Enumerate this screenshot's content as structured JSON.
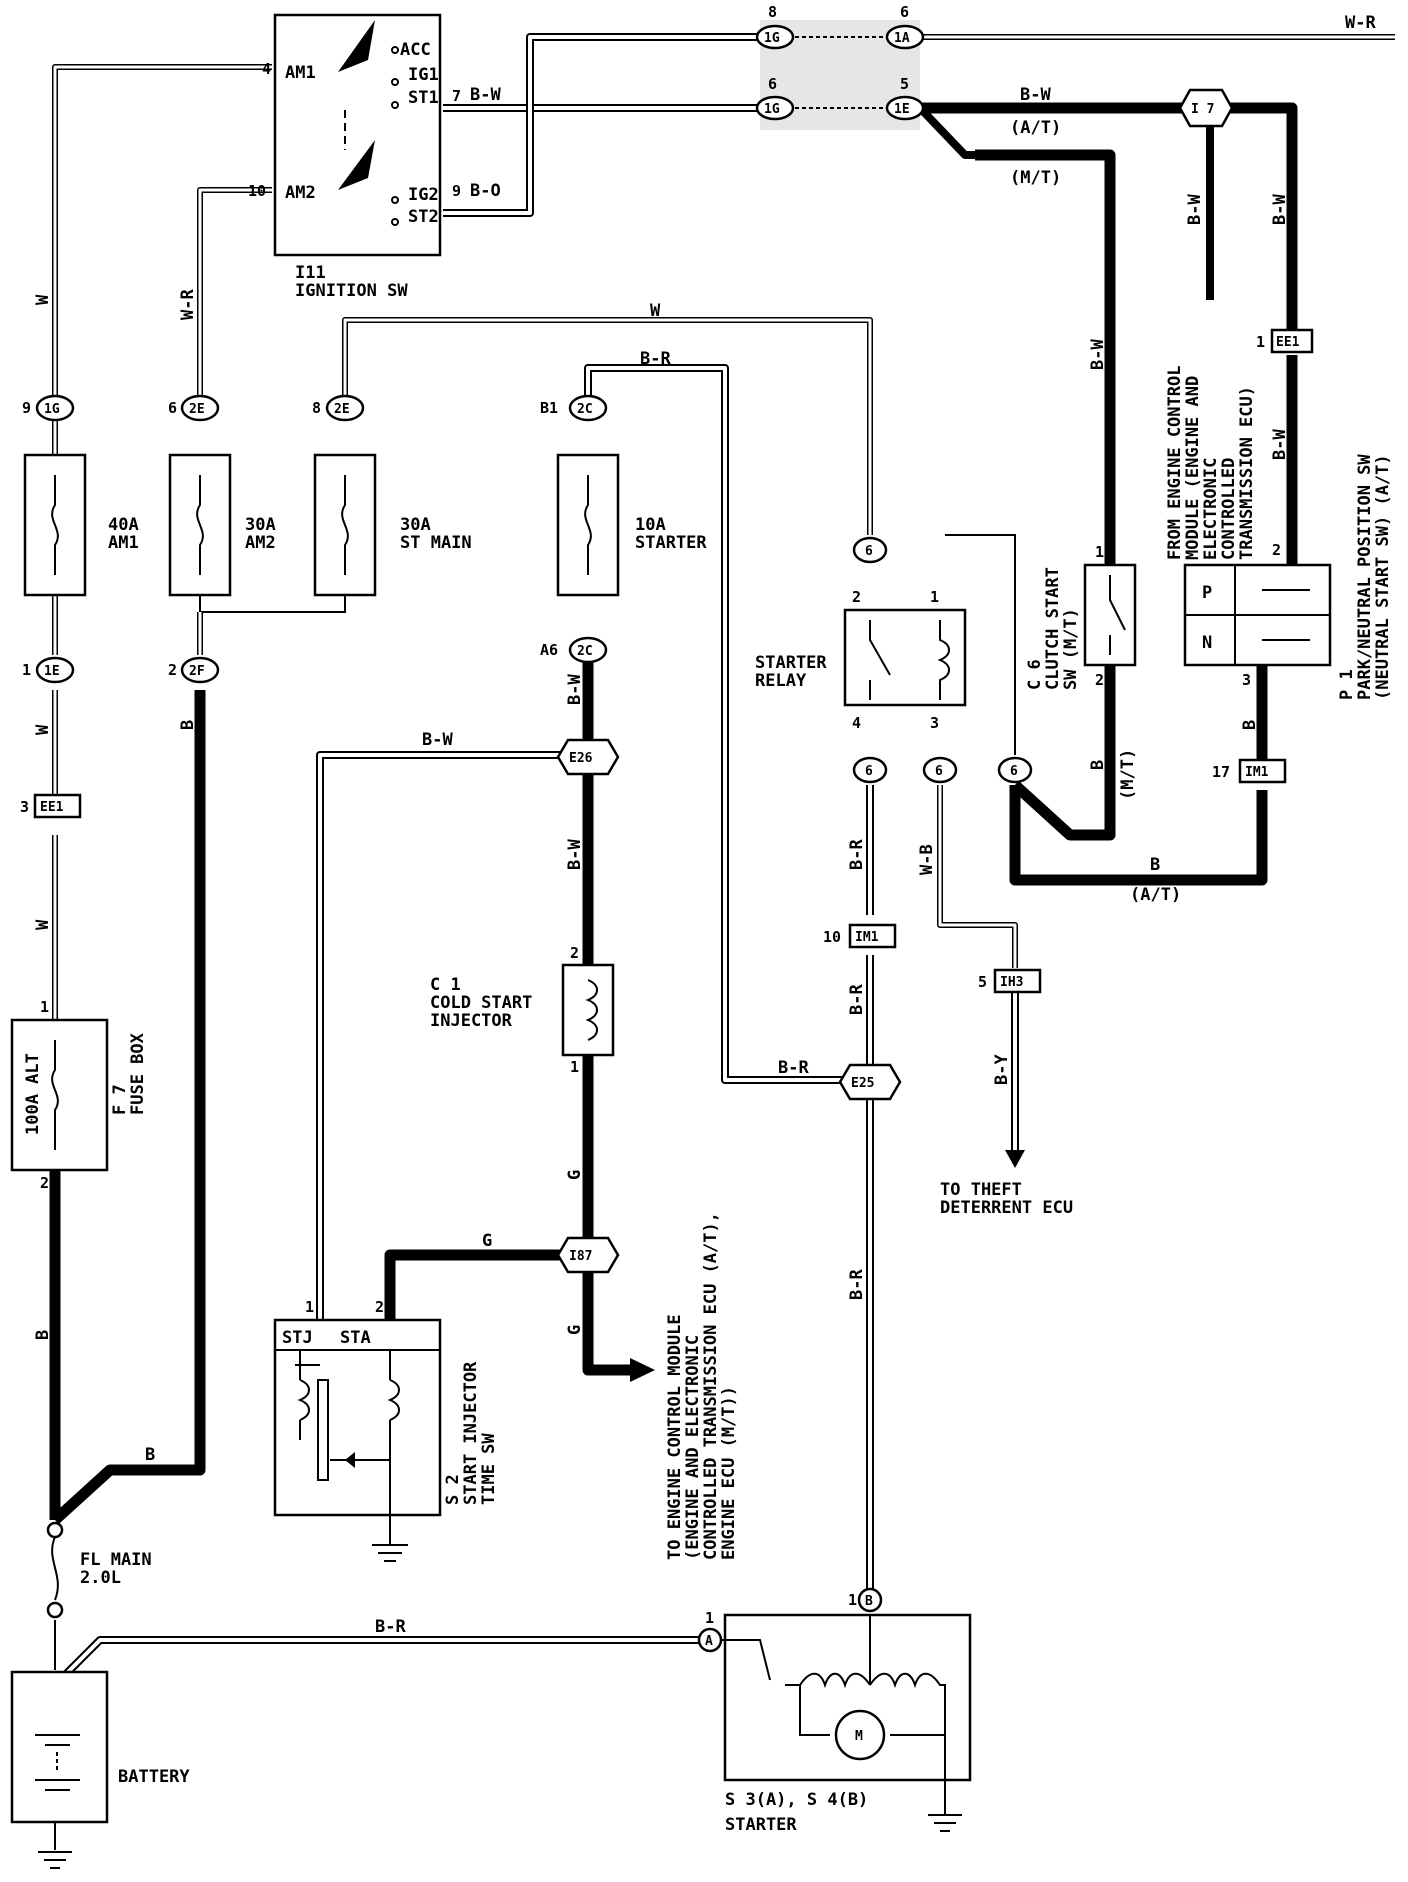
{
  "wires": {
    "w": "W",
    "wr": "W-R",
    "bw": "B-W",
    "bo": "B-O",
    "br": "B-R",
    "b": "B",
    "g": "G",
    "wb": "W-B",
    "by": "B-Y",
    "at": "(A/T)",
    "mt": "(M/T)"
  },
  "ignition": {
    "title": "I11",
    "subtitle": "IGNITION SW",
    "am1": "AM1",
    "am2": "AM2",
    "acc": "ACC",
    "ig1": "IG1",
    "st1": "ST1",
    "ig2": "IG2",
    "st2": "ST2",
    "pin_am1": "4",
    "pin_am2": "10",
    "pin_st1": "7",
    "pin_ig2": "9"
  },
  "connectors": {
    "c1g_top": "1G",
    "c1a": "1A",
    "c1g_mid": "1G",
    "c1e_top": "1E",
    "pin8": "8",
    "pin6a": "6",
    "pin6b": "6",
    "pin5": "5",
    "i7": "I 7",
    "ee1_right": "EE1",
    "ee1_right_pin": "1",
    "c1g_fuse": "1G",
    "pin9": "9",
    "c2e_a": "2E",
    "pin6c": "6",
    "c2e_b": "2E",
    "pin8b": "8",
    "c2c_top": "2C",
    "pinb1": "B1",
    "c1e_bot": "1E",
    "pin1a": "1",
    "c2f": "2F",
    "pin2a": "2",
    "ee1_left": "EE1",
    "ee1_left_pin": "3",
    "c2c_bot": "2C",
    "pina6": "A6",
    "e26": "E26",
    "e25": "E25",
    "i87": "I87",
    "r6a": "6",
    "r6b": "6",
    "r6c": "6",
    "r6d": "6",
    "im1_a": "IM1",
    "im1_a_pin": "10",
    "im1_b": "IM1",
    "im1_b_pin": "17",
    "ih3": "IH3",
    "ih3_pin": "5",
    "sa": "A",
    "sb": "B",
    "sa_pin": "1",
    "sb_pin": "1"
  },
  "fuses": {
    "f40": "40A",
    "am1": "AM1",
    "f30a": "30A",
    "am2": "AM2",
    "f30b": "30A",
    "stmain": "ST MAIN",
    "f10": "10A",
    "starter": "STARTER",
    "alt": "100A ALT",
    "f7": "F 7",
    "fusebox": "FUSE BOX",
    "flmain": "FL MAIN",
    "fl2": "2.0L",
    "alt_pin1": "1",
    "alt_pin2": "2"
  },
  "relay": {
    "label1": "STARTER",
    "label2": "RELAY",
    "p2": "2",
    "p1": "1",
    "p4": "4",
    "p3": "3"
  },
  "clutch": {
    "c6": "C 6",
    "label": "CLUTCH START",
    "sw": "SW (M/T)",
    "p1": "1",
    "p2": "2"
  },
  "pnsw": {
    "p": "P",
    "n": "N",
    "p1": "P 1",
    "l1": "PARK/NEUTRAL POSITION SW",
    "l2": "(NEUTRAL START SW) (A/T)",
    "pin2": "2",
    "pin3": "3"
  },
  "ecm_from": {
    "l1": "FROM ENGINE CONTROL",
    "l2": "MODULE (ENGINE AND",
    "l3": "ELECTRONIC",
    "l4": "CONTROLLED",
    "l5": "TRANSMISSION ECU)"
  },
  "injector": {
    "c1": "C 1",
    "l1": "COLD START",
    "l2": "INJECTOR",
    "p2": "2",
    "p1": "1"
  },
  "s2": {
    "stj": "STJ",
    "sta": "STA",
    "p1": "1",
    "p2": "2",
    "s2": "S 2",
    "l1": "START INJECTOR",
    "l2": "TIME SW"
  },
  "ecm_to": {
    "l1": "TO ENGINE CONTROL MODULE",
    "l2": "(ENGINE AND ELECTRONIC",
    "l3": "CONTROLLED TRANSMISSION ECU (A/T),",
    "l4": "ENGINE ECU (M/T))"
  },
  "theft": {
    "l1": "TO THEFT",
    "l2": "DETERRENT ECU"
  },
  "starter": {
    "label": "S 3(A), S 4(B)",
    "name": "STARTER",
    "m": "M"
  },
  "battery": {
    "label": "BATTERY"
  }
}
